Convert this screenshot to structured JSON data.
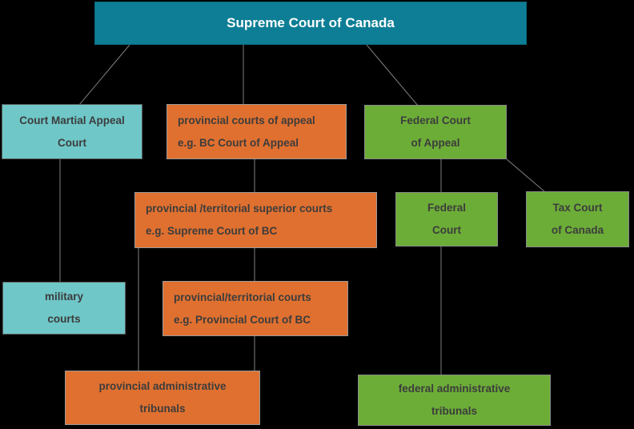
{
  "diagram": {
    "title": "Supreme Court of Canada court system hierarchy",
    "background_color": "#000000",
    "connector_color": "#7f7f7f",
    "colors": {
      "supreme_header_teal": "#0d7e95",
      "military_branch_teal": "#6fc7c8",
      "provincial_branch_orange": "#e0702f",
      "federal_branch_green": "#6cad37",
      "box_border_gray": "#7d7d7d",
      "text_dark": "#3c3c3c",
      "text_white": "#ffffff"
    },
    "nodes": {
      "supreme": {
        "line1": "Supreme Court of Canada"
      },
      "cmac": {
        "line1": "Court Martial Appeal",
        "line2": "Court"
      },
      "pca": {
        "line1": "provincial courts of appeal",
        "line2": "e.g. BC Court of Appeal"
      },
      "fca": {
        "line1": "Federal Court",
        "line2": "of Appeal"
      },
      "superior": {
        "line1": "provincial /territorial superior courts",
        "line2": "e.g. Supreme Court of BC"
      },
      "federal_court": {
        "line1": "Federal",
        "line2": "Court"
      },
      "tax_court": {
        "line1": "Tax Court",
        "line2": "of Canada"
      },
      "military": {
        "line1": "military",
        "line2": "courts"
      },
      "ptc": {
        "line1": "provincial/territorial courts",
        "line2": "e.g. Provincial Court of BC"
      },
      "pat": {
        "line1": "provincial administrative",
        "line2": "tribunals"
      },
      "fat": {
        "line1": "federal administrative",
        "line2": "tribunals"
      }
    }
  }
}
